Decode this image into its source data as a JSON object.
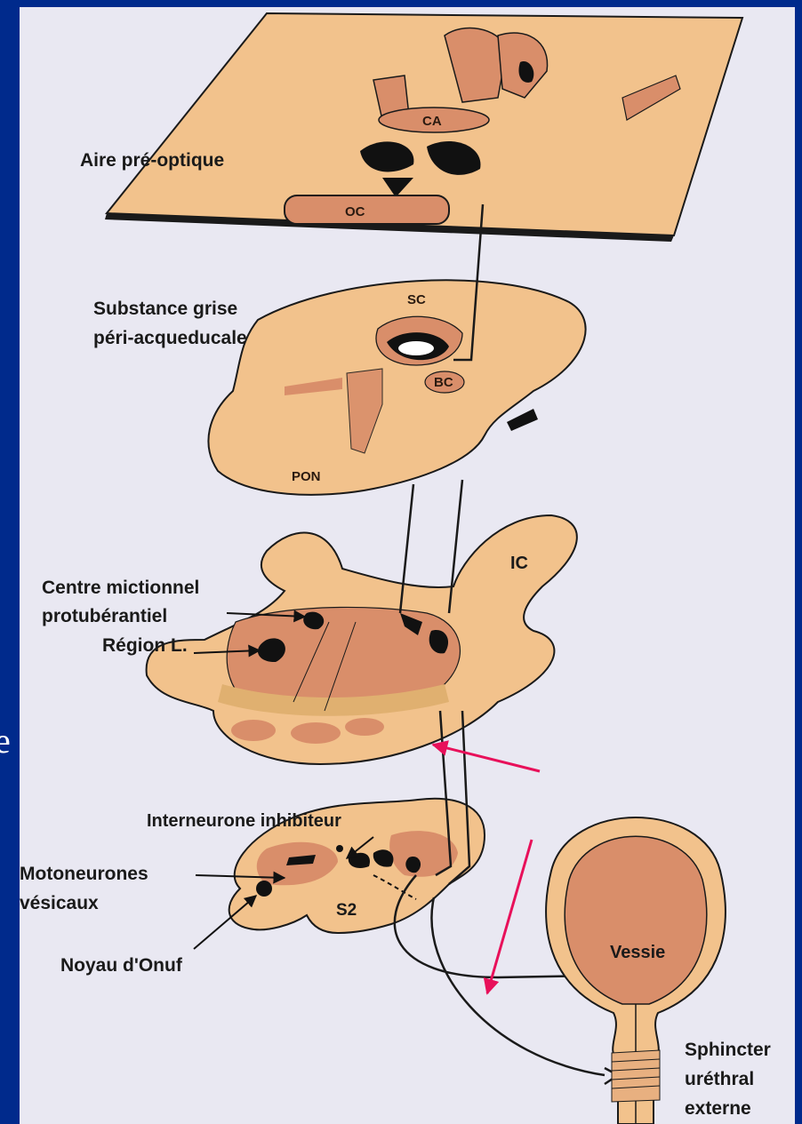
{
  "slide": {
    "cut_text": "e"
  },
  "labels": {
    "aire_preoptique": "Aire pré-optique",
    "ca": "CA",
    "oc": "OC",
    "substance_grise_1": "Substance grise",
    "substance_grise_2": "péri-acqueducale",
    "sc": "SC",
    "bc": "BC",
    "pon": "PON",
    "centre_1": "Centre mictionnel",
    "centre_2": "protubérantiel",
    "region_l": "Région L.",
    "ic": "IC",
    "interneurone": "Interneurone inhibiteur",
    "motoneurones_1": "Motoneurones",
    "motoneurones_2": "vésicaux",
    "s2": "S2",
    "noyau": "Noyau d'Onuf",
    "vessie": "Vessie",
    "sphincter_1": "Sphincter",
    "sphincter_2": "uréthral",
    "sphincter_3": "externe"
  },
  "colors": {
    "background": "#002a8c",
    "tissue": "#f2c28c",
    "nucleus": "#d98e6a",
    "dark": "#111111",
    "arrow_accent": "#e8105a"
  }
}
